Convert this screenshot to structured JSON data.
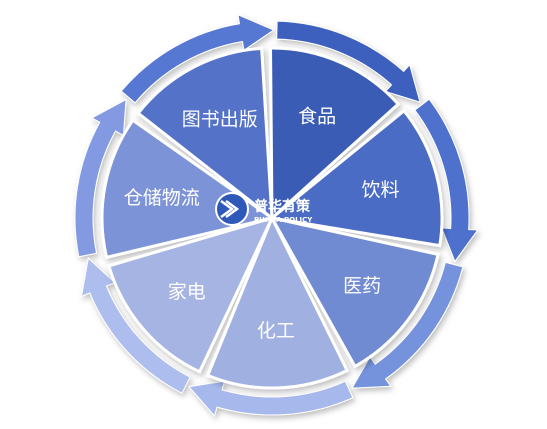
{
  "diagram": {
    "segments": [
      {
        "label": "食品",
        "color": "#3a5cb5"
      },
      {
        "label": "饮料",
        "color": "#4b6cc4"
      },
      {
        "label": "医药",
        "color": "#6f8bd2"
      },
      {
        "label": "化工",
        "color": "#9fb0e1"
      },
      {
        "label": "家电",
        "color": "#a5b4e2"
      },
      {
        "label": "仓储物流",
        "color": "#7d93d7"
      },
      {
        "label": "图书出版",
        "color": "#5272c8"
      }
    ],
    "logo": {
      "name_cn": "普华有策",
      "name_en": "PUHUA POLICY"
    }
  }
}
